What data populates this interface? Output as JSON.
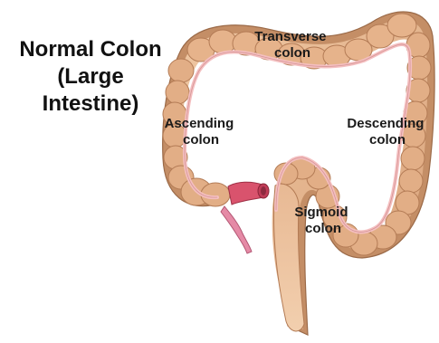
{
  "title": {
    "lines": [
      "Normal Colon",
      "(Large",
      "Intestine)"
    ]
  },
  "labels": {
    "transverse": [
      "Transverse",
      "colon"
    ],
    "ascending": [
      "Ascending",
      "colon"
    ],
    "descending": [
      "Descending",
      "colon"
    ],
    "sigmoid": [
      "Sigmoid",
      "colon"
    ]
  },
  "colors": {
    "colon_fill": "#e6b48b",
    "colon_shadow": "#b9835c",
    "colon_highlight": "#f3d2b3",
    "center_band": "#f4bfc0",
    "appendix": "#e58aa6",
    "ileum": "#d9536d",
    "label_text": "#1a1a1a",
    "background": "#ffffff"
  }
}
